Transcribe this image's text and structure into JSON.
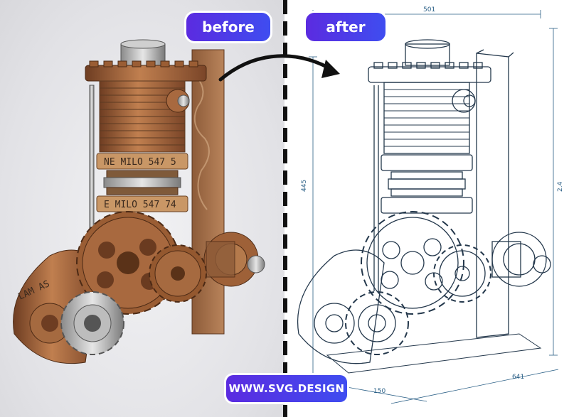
{
  "labels": {
    "before": "before",
    "after": "after",
    "brand": "WWW.SVG.DESIGN"
  },
  "photo_engravings": {
    "band_upper": "NE MILO 547 5",
    "band_lower": "E MILO 547 74",
    "flywheel": "LAM AS"
  },
  "drawing_dimensions": {
    "top": "501",
    "left": "445",
    "right": "2.4",
    "bottom": "641",
    "bottom_small": "150"
  },
  "colors": {
    "accent_from": "#5b2be0",
    "accent_to": "#3f4df0",
    "copper": "#a8693f",
    "blueprint": "#2a5f86"
  }
}
